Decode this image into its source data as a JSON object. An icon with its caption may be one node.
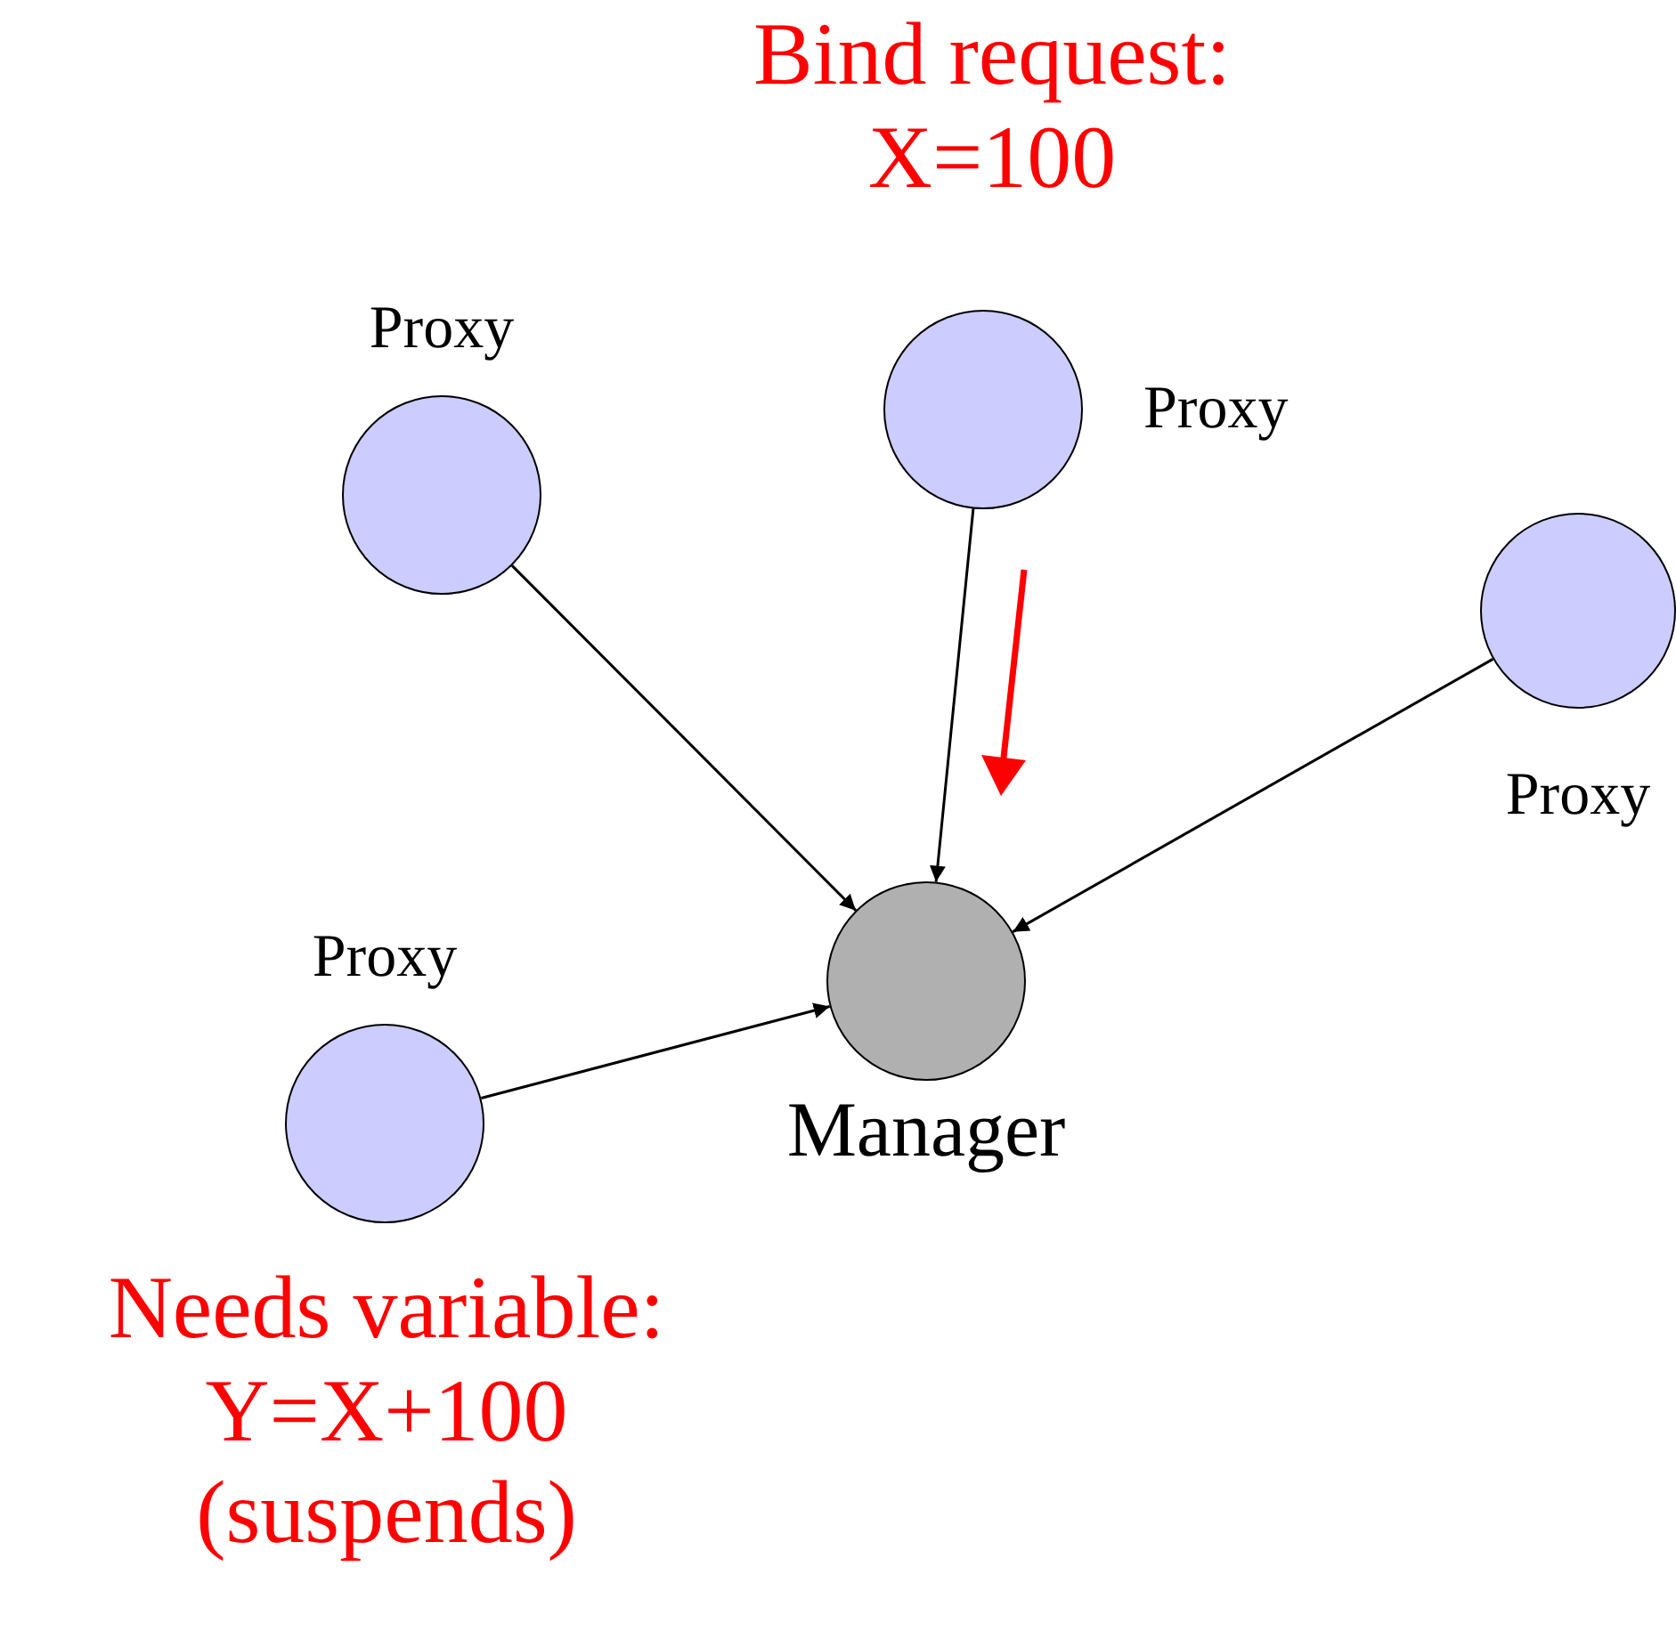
{
  "diagram": {
    "nodes": [
      {
        "text": [
          "Proxy"
        ]
      },
      {
        "text": [
          "Proxy"
        ]
      },
      {
        "text": [
          "Proxy"
        ]
      },
      {
        "text": [
          "Proxy"
        ]
      },
      {
        "text": [
          "Manager"
        ]
      }
    ],
    "edges": [
      {
        "from": 0,
        "to": 4,
        "arrow": "to"
      },
      {
        "from": 1,
        "to": 4,
        "arrow": "to"
      },
      {
        "from": 2,
        "to": 4,
        "arrow": "to"
      },
      {
        "from": 3,
        "to": 4,
        "arrow": "to"
      }
    ],
    "labels": [
      "Bind request: X=100",
      "Needs variable: Y=X+100 (suspends)"
    ]
  }
}
